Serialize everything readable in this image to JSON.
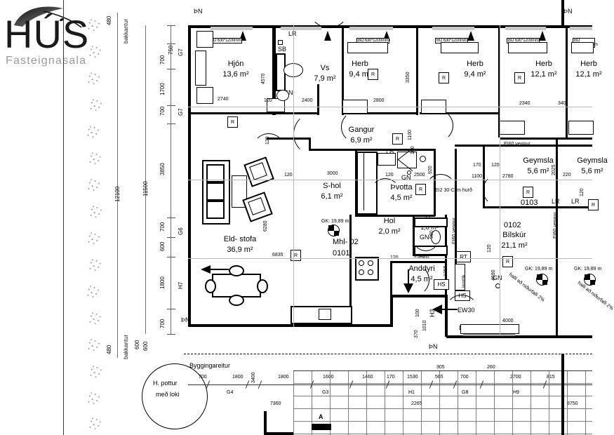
{
  "logo": {
    "name": "HÚS",
    "tagline": "Fasteignasala"
  },
  "plan": {
    "drawing_id": "Mhl- 02",
    "unit_code": "0101",
    "elevation_marker": "GK: 19,89 m",
    "section_marker": "A",
    "building_area_label": "Byggingareitur",
    "hot_tub_label": [
      "H. pottur",
      "með loki"
    ],
    "bank_edge_label": "bakkantur",
    "slope_note": "halli að niðurfalli 2%",
    "fire_wall_note": "EI60 veggur",
    "fire_door_note": "EI2 30-Csm hurð",
    "north_marker": "ÞN"
  },
  "rooms": [
    {
      "name": "Hjón",
      "area": "13,6 m²"
    },
    {
      "name": "Vs",
      "area": "7,9 m²"
    },
    {
      "name": "Herb",
      "area": "9,4 m²"
    },
    {
      "name": "Herb",
      "area": "9,4 m²"
    },
    {
      "name": "Herb",
      "area": "12,1 m²"
    },
    {
      "name": "Herb",
      "area": "12,1 m²"
    },
    {
      "name": "Gangur",
      "area": "6,9 m²"
    },
    {
      "name": "S-hol",
      "area": "6,1 m²"
    },
    {
      "name": "Þvotta",
      "area": "4,5 m²"
    },
    {
      "name": "Hol",
      "area": "2,0 m²"
    },
    {
      "name": "Vs",
      "area": "1,8 m²"
    },
    {
      "name": "Eld- stofa",
      "area": "36,9 m²"
    },
    {
      "name": "Anddyri",
      "area": "4,5 m²"
    },
    {
      "name": "Geymsla",
      "area": "5,6 m²"
    },
    {
      "name": "Geymsla",
      "area": "5,6 m²"
    },
    {
      "name": "Bílskúr",
      "area": "21,1 m²"
    }
  ],
  "unit_numbers": {
    "garage": "0102",
    "storage": "0103"
  },
  "window_labels": [
    "BO 630*1200mm",
    "BO 630*1200mm",
    "BO 630*1200mm",
    "BO 630*1200mm",
    "BO 630*1200mm",
    "BO 630*1200mm"
  ],
  "symbols": {
    "radiator": "R",
    "lighting_rail": "LR",
    "floor_drain": "GN",
    "switchboard": "SB",
    "heat_source": "HS",
    "electric_meter": "RT",
    "service_entry": "inntök",
    "exterior_door": "EW30",
    "door_code": "H3"
  },
  "dimensions": {
    "left_outer": "12100",
    "left_inner": "11500",
    "left_offsets": [
      "480",
      "480",
      "600",
      "600"
    ],
    "left_chain": [
      "750",
      "700",
      "1700",
      "700",
      "3850",
      "700",
      "600",
      "1800",
      "700"
    ],
    "left_grids": [
      "G7",
      "G7",
      "G6",
      "H7"
    ],
    "interior_top": [
      "2740",
      "120",
      "2400",
      "2800",
      "2340",
      "340"
    ],
    "interior_mid": [
      "3000",
      "120",
      "2500",
      "1100",
      "170",
      "120",
      "2025",
      "2780",
      "220",
      "1100"
    ],
    "interior_other": [
      "4570",
      "3350",
      "1100",
      "120",
      "100",
      "6280",
      "6835",
      "120",
      "1755",
      "4690",
      "4000",
      "2500",
      "370",
      "1010",
      "100",
      "920",
      "980"
    ],
    "bottom_chain": [
      "700",
      "1800",
      "3400",
      "1800",
      "1600",
      "1460",
      "170",
      "1530",
      "305",
      "565",
      "700",
      "260",
      "2700",
      "815"
    ],
    "bottom_grids": [
      "G4",
      "G3",
      "H1",
      "G8",
      "H9"
    ],
    "bottom_totals": [
      "7360",
      "2265",
      "8750"
    ]
  }
}
